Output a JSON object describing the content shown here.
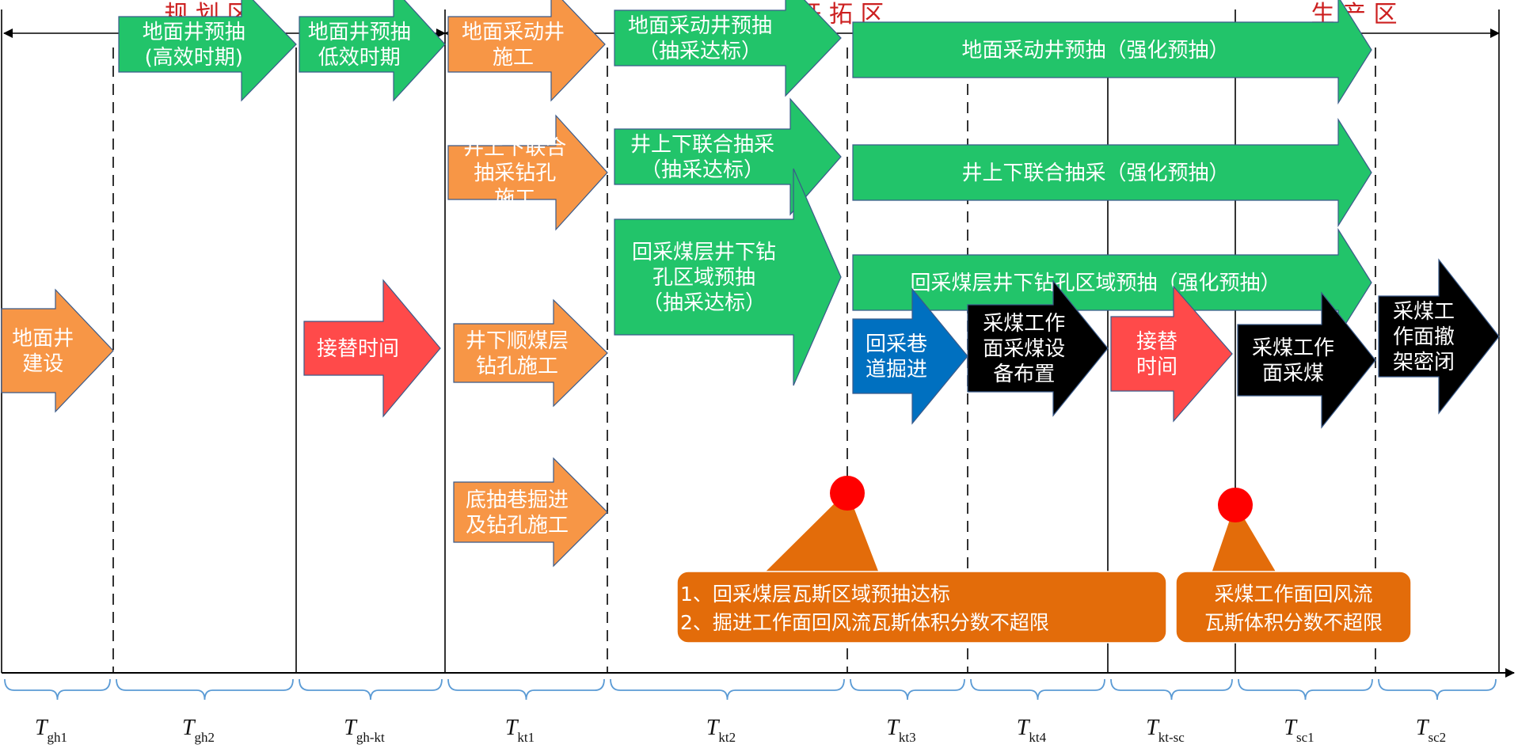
{
  "zones": [
    {
      "label": "规 划 区"
    },
    {
      "label": "开 拓 区"
    },
    {
      "label": "生 产 区"
    }
  ],
  "periods": [
    {
      "main": "T",
      "sub": "gh1"
    },
    {
      "main": "T",
      "sub": "gh2"
    },
    {
      "main": "T",
      "sub": "gh-kt"
    },
    {
      "main": "T",
      "sub": "kt1"
    },
    {
      "main": "T",
      "sub": "kt2"
    },
    {
      "main": "T",
      "sub": "kt3"
    },
    {
      "main": "T",
      "sub": "kt4"
    },
    {
      "main": "T",
      "sub": "kt-sc"
    },
    {
      "main": "T",
      "sub": "sc1"
    },
    {
      "main": "T",
      "sub": "sc2"
    }
  ],
  "arrows": [
    {
      "lines": [
        "地面井",
        "建设"
      ],
      "color": "#f79646"
    },
    {
      "lines": [
        "地面井预抽",
        "(高效时期)"
      ],
      "color": "#22c46a"
    },
    {
      "lines": [
        "地面井预抽",
        "低效时期"
      ],
      "color": "#22c46a"
    },
    {
      "lines": [
        "接替时间"
      ],
      "color": "#ff4a4a"
    },
    {
      "lines": [
        "地面采动井",
        "施工"
      ],
      "color": "#f79646"
    },
    {
      "lines": [
        "井上下联合",
        "抽采钻孔",
        "施工"
      ],
      "color": "#f79646"
    },
    {
      "lines": [
        "井下顺煤层",
        "钻孔施工"
      ],
      "color": "#f79646"
    },
    {
      "lines": [
        "底抽巷掘进",
        "及钻孔施工"
      ],
      "color": "#f79646"
    },
    {
      "lines": [
        "地面采动井预抽",
        "（抽采达标）"
      ],
      "color": "#22c46a"
    },
    {
      "lines": [
        "井上下联合抽采",
        "（抽采达标）"
      ],
      "color": "#22c46a"
    },
    {
      "lines": [
        "回采煤层井下钻",
        "孔区域预抽",
        "（抽采达标）"
      ],
      "color": "#22c46a"
    },
    {
      "lines": [
        "地面采动井预抽（强化预抽）"
      ],
      "color": "#22c46a"
    },
    {
      "lines": [
        "井上下联合抽采（强化预抽）"
      ],
      "color": "#22c46a"
    },
    {
      "lines": [
        "回采煤层井下钻孔区域预抽（强化预抽）"
      ],
      "color": "#22c46a"
    },
    {
      "lines": [
        "回采巷",
        "道掘进"
      ],
      "color": "#0070c0"
    },
    {
      "lines": [
        "采煤工作",
        "面采煤设",
        "备布置"
      ],
      "color": "#000000"
    },
    {
      "lines": [
        "接替",
        "时间"
      ],
      "color": "#ff4a4a"
    },
    {
      "lines": [
        "采煤工作",
        "面采煤"
      ],
      "color": "#000000"
    },
    {
      "lines": [
        "采煤工",
        "作面撤",
        "架密闭"
      ],
      "color": "#000000"
    }
  ],
  "callouts": [
    {
      "lines": [
        "1、回采煤层瓦斯区域预抽达标",
        "2、掘进工作面回风流瓦斯体积分数不超限"
      ]
    },
    {
      "lines": [
        "采煤工作面回风流",
        "瓦斯体积分数不超限"
      ]
    }
  ],
  "colors": {
    "orange": "#f79646",
    "green": "#22c46a",
    "red": "#ff4a4a",
    "blue": "#0070c0",
    "black": "#000000",
    "callout": "#e36c0a",
    "marker": "#ff0000",
    "zone_text": "#cc1f1f",
    "brace": "#5b9bd5"
  }
}
